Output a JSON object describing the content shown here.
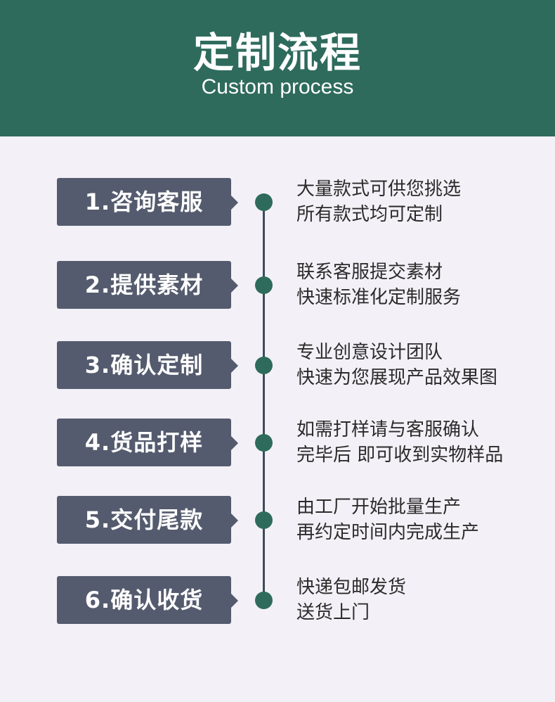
{
  "header": {
    "title": "定制流程",
    "subtitle": "Custom process"
  },
  "colors": {
    "header_bg": "#2e6b5d",
    "step_box": "#545b6e",
    "dot": "#2e6b5d",
    "page_bg": "#f3f0f7"
  },
  "steps": [
    {
      "label": "1.咨询客服",
      "line1": "大量款式可供您挑选",
      "line2": "所有款式均可定制"
    },
    {
      "label": "2.提供素材",
      "line1": "联系客服提交素材",
      "line2": "快速标准化定制服务"
    },
    {
      "label": "3.确认定制",
      "line1": "专业创意设计团队",
      "line2": "快速为您展现产品效果图"
    },
    {
      "label": "4.货品打样",
      "line1": "如需打样请与客服确认",
      "line2": "完毕后 即可收到实物样品"
    },
    {
      "label": "5.交付尾款",
      "line1": "由工厂开始批量生产",
      "line2": "再约定时间内完成生产"
    },
    {
      "label": "6.确认收货",
      "line1": "快递包邮发货",
      "line2": "送货上门"
    }
  ]
}
